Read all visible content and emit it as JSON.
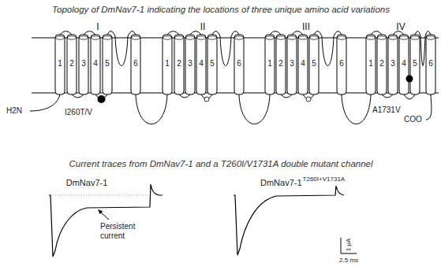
{
  "diagram": {
    "labels": [
      "Topology of DmNav7-1 indicating the locations of three unique amino acid variations",
      "I",
      "1",
      "2",
      "3",
      "4",
      "5",
      "6",
      "II",
      "1",
      "2",
      "3",
      "4",
      "5",
      "6",
      "III",
      "1",
      "2",
      "3",
      "4",
      "5",
      "6",
      "IV",
      "1",
      "2",
      "3",
      "4",
      "5",
      "6",
      "H2N",
      "I260T/V",
      "A1731V",
      "COO",
      "Current traces from DmNav7-1 and a T260I/V1731A double mutant channel",
      "DmNav7-1",
      "DmNav7-1",
      "T260I+V1731A",
      "Persistent current",
      "1 µA",
      "2.5 ms"
    ]
  }
}
